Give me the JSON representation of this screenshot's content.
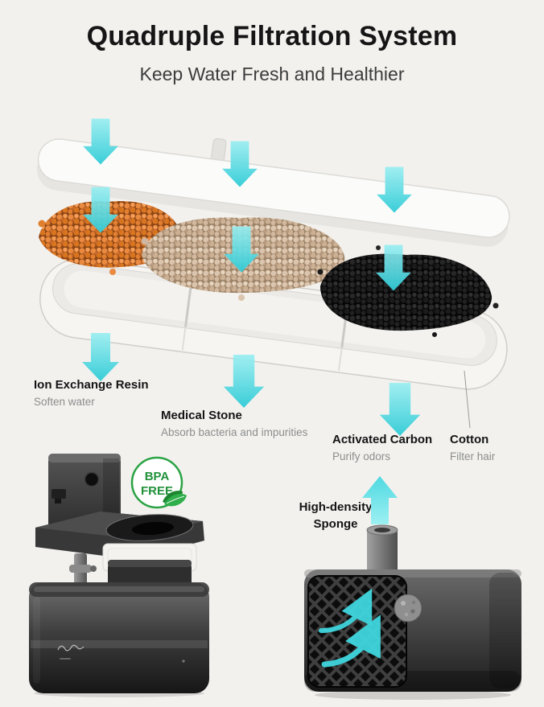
{
  "page": {
    "title": "Quadruple Filtration System",
    "subtitle": "Keep Water Fresh and Healthier"
  },
  "filters": [
    {
      "title": "Ion Exchange Resin",
      "desc": "Soften water"
    },
    {
      "title": "Medical Stone",
      "desc": "Absorb bacteria and impurities"
    },
    {
      "title": "Activated Carbon",
      "desc": "Purify odors"
    },
    {
      "title": "Cotton",
      "desc": "Filter hair"
    }
  ],
  "pump": {
    "label": "High-density Sponge"
  },
  "badge": {
    "line1": "BPA",
    "line2": "FREE"
  },
  "colors": {
    "accent_cyan": "#3fd6de",
    "badge_green": "#2aa344",
    "resin_orange": "#e0802f",
    "stone_tan": "#cfb6a0",
    "carbon_black": "#1c1c1c",
    "background": "#f2f1ee"
  }
}
